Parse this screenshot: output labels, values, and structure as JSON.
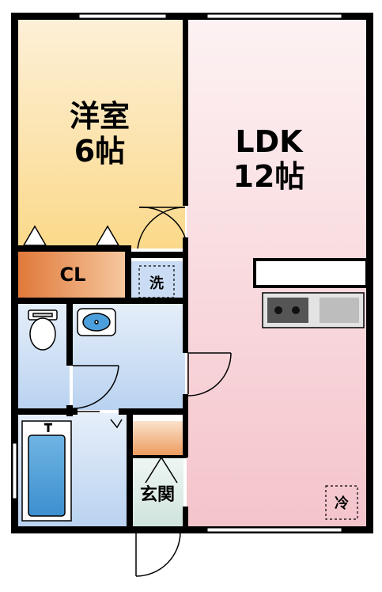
{
  "rooms": {
    "western": {
      "name": "洋室",
      "size": "6帖"
    },
    "ldk": {
      "name": "LDK",
      "size": "12帖"
    },
    "closet": {
      "label": "CL"
    },
    "washer": {
      "label": "洗"
    },
    "entrance": {
      "label": "玄関"
    },
    "fridge": {
      "label": "冷"
    }
  },
  "colors": {
    "western_top": "#fbe9c8",
    "western_bottom": "#fde29b",
    "ldk_top": "#fdeff0",
    "ldk_bottom": "#f5c9cf",
    "closet": "#e08a4a",
    "wet_area": "#c9ddf4",
    "bath_tub": "#5aa6dc",
    "entrance_floor": "#dcebe6",
    "shoe_box": "#ec9a5c",
    "wall": "#000000"
  }
}
